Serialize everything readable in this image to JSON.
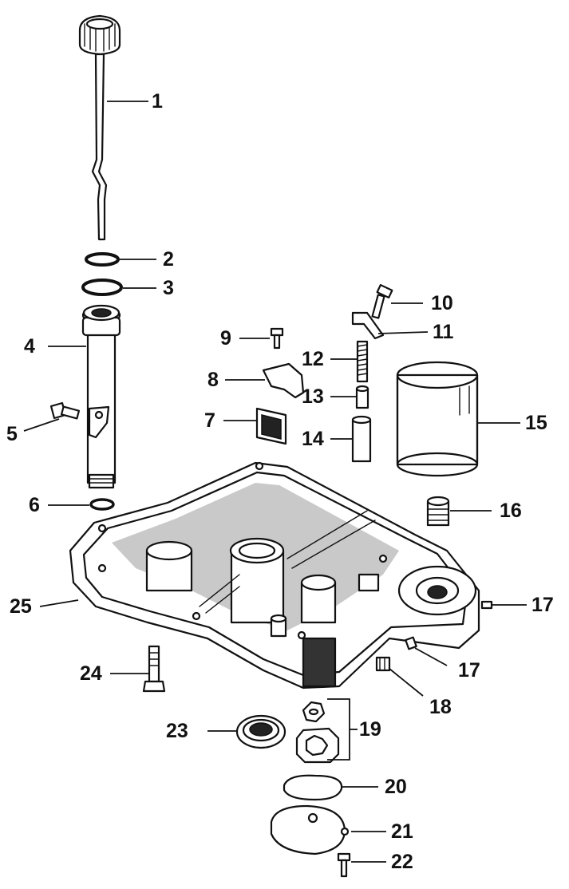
{
  "diagram": {
    "callouts": [
      {
        "id": "c1",
        "text": "1"
      },
      {
        "id": "c2",
        "text": "2"
      },
      {
        "id": "c3",
        "text": "3"
      },
      {
        "id": "c4",
        "text": "4"
      },
      {
        "id": "c5",
        "text": "5"
      },
      {
        "id": "c6",
        "text": "6"
      },
      {
        "id": "c7",
        "text": "7"
      },
      {
        "id": "c8",
        "text": "8"
      },
      {
        "id": "c9",
        "text": "9"
      },
      {
        "id": "c10",
        "text": "10"
      },
      {
        "id": "c11",
        "text": "11"
      },
      {
        "id": "c12",
        "text": "12"
      },
      {
        "id": "c13",
        "text": "13"
      },
      {
        "id": "c14",
        "text": "14"
      },
      {
        "id": "c15",
        "text": "15"
      },
      {
        "id": "c16",
        "text": "16"
      },
      {
        "id": "c17a",
        "text": "17"
      },
      {
        "id": "c17b",
        "text": "17"
      },
      {
        "id": "c18",
        "text": "18"
      },
      {
        "id": "c19",
        "text": "19"
      },
      {
        "id": "c20",
        "text": "20"
      },
      {
        "id": "c21",
        "text": "21"
      },
      {
        "id": "c22",
        "text": "22"
      },
      {
        "id": "c23",
        "text": "23"
      },
      {
        "id": "c24",
        "text": "24"
      },
      {
        "id": "c25",
        "text": "25"
      }
    ]
  }
}
